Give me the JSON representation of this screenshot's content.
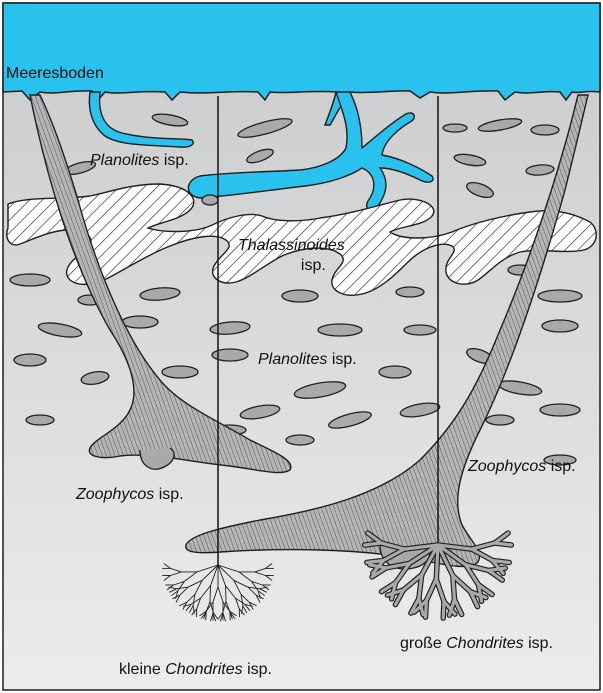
{
  "colors": {
    "water": "#29c2ef",
    "sediment_top": "#c9cacb",
    "sediment_bottom": "#ececec",
    "burrow_fill": "#a7a9ab",
    "outline": "#1f1f1f",
    "hatch": "#2b2b2b"
  },
  "labels": {
    "seafloor": "Meeresboden",
    "planolites_upper": {
      "genus": "Planolites",
      "suffix": " isp."
    },
    "thalassinoides": {
      "genus": "Thalassinoides",
      "suffix": "isp."
    },
    "planolites_middle": {
      "genus": "Planolites",
      "suffix": " isp."
    },
    "zoophycos_left": {
      "genus": "Zoophycos",
      "suffix": " isp."
    },
    "zoophycos_right": {
      "genus": "Zoophycos",
      "suffix": " isp."
    },
    "chondrites_large": {
      "prefix": "große ",
      "genus": "Chondrites",
      "suffix": " isp."
    },
    "chondrites_small": {
      "prefix": "kleine ",
      "genus": "Chondrites",
      "suffix": " isp."
    }
  }
}
